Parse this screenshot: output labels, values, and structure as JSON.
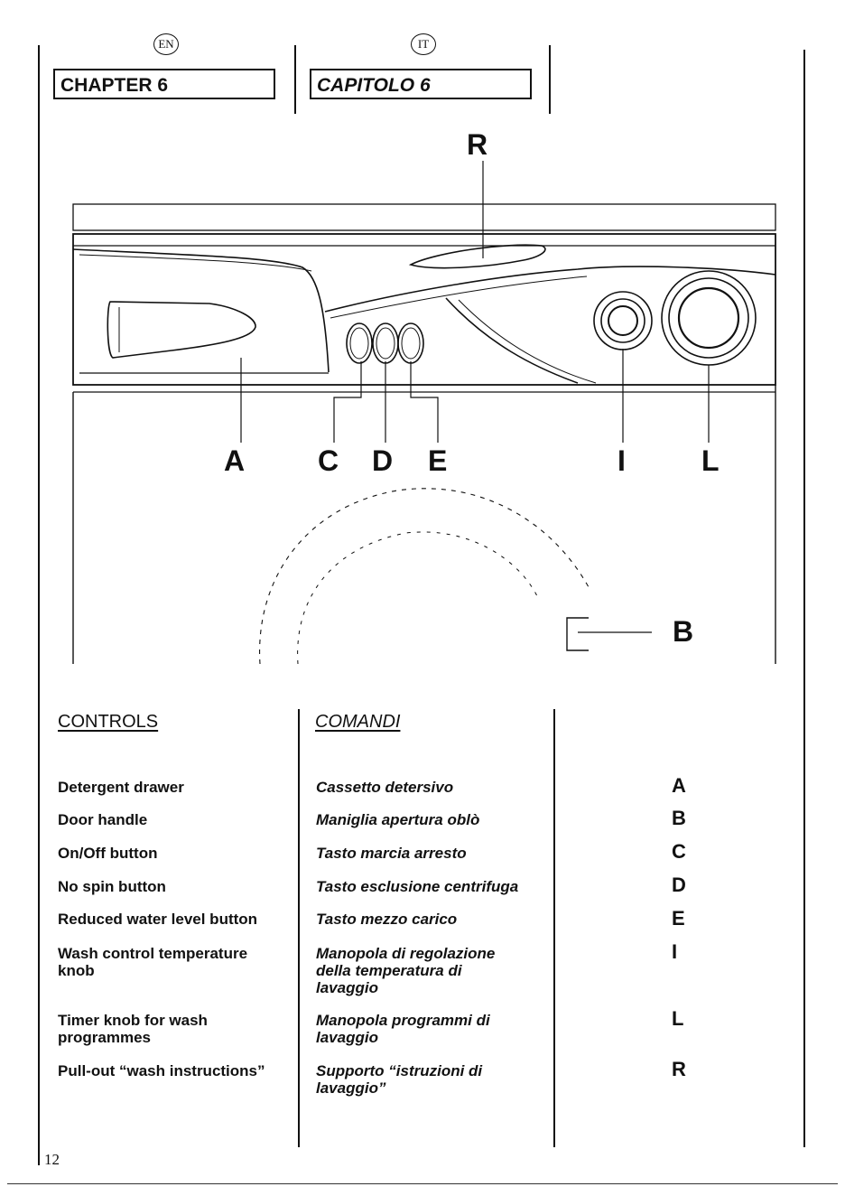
{
  "header": {
    "en_badge": "EN",
    "it_badge": "IT",
    "en_chapter": "CHAPTER 6",
    "it_chapter": "CAPITOLO 6"
  },
  "diagram": {
    "callouts": {
      "r": "R",
      "a": "A",
      "c": "C",
      "d": "D",
      "e": "E",
      "i": "I",
      "l": "L",
      "b": "B"
    }
  },
  "controls": {
    "en_heading": "CONTROLS",
    "it_heading": "COMANDI",
    "items": [
      {
        "en": "Detergent drawer",
        "it": "Cassetto detersivo",
        "letter": "A"
      },
      {
        "en": "Door handle",
        "it": "Maniglia apertura oblò",
        "letter": "B"
      },
      {
        "en": "On/Off button",
        "it": "Tasto marcia arresto",
        "letter": "C"
      },
      {
        "en": "No spin button",
        "it": "Tasto esclusione centrifuga",
        "letter": "D"
      },
      {
        "en": "Reduced water level button",
        "it": "Tasto mezzo carico",
        "letter": "E"
      },
      {
        "en": "Wash control temperature knob",
        "it": "Manopola di regolazione della temperatura di lavaggio",
        "letter": "I"
      },
      {
        "en": "Timer knob for wash programmes",
        "it": "Manopola programmi di lavaggio",
        "letter": "L"
      },
      {
        "en": "Pull-out “wash instructions”",
        "it": "Supporto “istruzioni di lavaggio”",
        "letter": "R"
      }
    ]
  },
  "footer": {
    "page_number": "12"
  }
}
